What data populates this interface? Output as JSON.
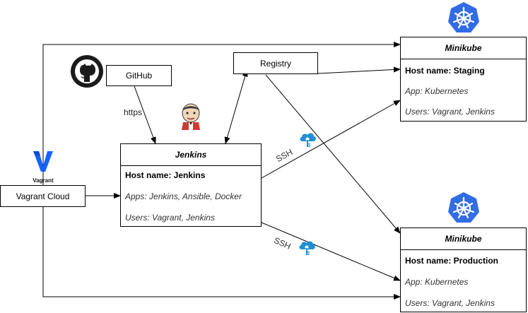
{
  "github_label": "GitHub",
  "registry_label": "Registry",
  "vagrant_cloud_label": "Vagrant Cloud",
  "https_label": "https",
  "ssh_label": "SSH",
  "vagrant_logo_text": "Vagrant",
  "jenkins": {
    "title": "Jenkins",
    "host": "Host name: Jenkins",
    "apps": "Apps: Jenkins, Ansible, Docker",
    "users": "Users: Vagrant, Jenkins"
  },
  "minikube_staging": {
    "title": "Minikube",
    "host": "Host name: Staging",
    "app": "App: Kubernetes",
    "users": "Users: Vagrant, Jenkins"
  },
  "minikube_production": {
    "title": "Minikube",
    "host": "Host name: Production",
    "app": "App: Kubernetes",
    "users": "Users: Vagrant, Jenkins"
  },
  "icons": [
    "github-icon",
    "jenkins-icon",
    "vagrant-icon",
    "kubernetes-icon",
    "ssh-cloud-key-icon"
  ],
  "colors": {
    "kubernetes": "#326CE5",
    "vagrant": "#1563FF",
    "jenkins_red": "#D33833",
    "ssh_cloud": "#1E90D6"
  }
}
